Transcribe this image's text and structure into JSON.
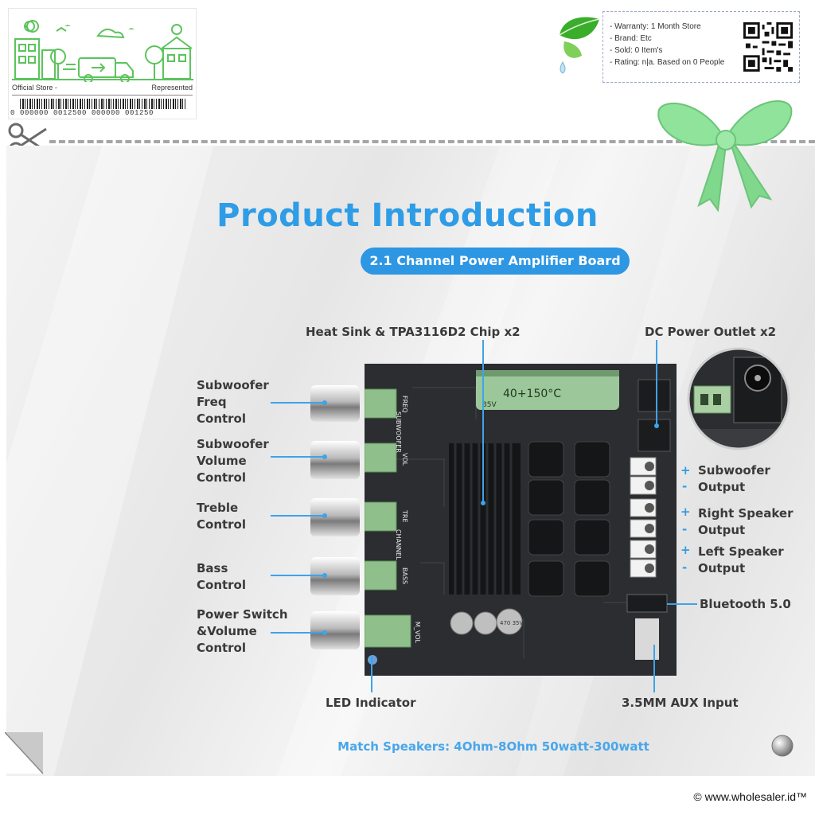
{
  "store_card": {
    "left_label": "Official Store -",
    "right_label": "Represented",
    "barcode_number": "0 000000 0012500 000000 001250"
  },
  "info_box": {
    "items": [
      "- Warranty: 1 Month Store",
      "- Brand: Etc",
      "- Sold: 0 Item's",
      "- Rating: n|a. Based on 0 People"
    ]
  },
  "main": {
    "title": "Product Introduction",
    "subtitle": "2.1 Channel Power Amplifier Board"
  },
  "callouts": {
    "heat_sink": "Heat Sink & TPA3116D2 Chip x2",
    "dc_power": "DC Power Outlet x2",
    "sub_freq": [
      "Subwoofer",
      "Freq",
      "Control"
    ],
    "sub_vol": [
      "Subwoofer",
      "Volume",
      "Control"
    ],
    "treble": [
      "Treble",
      "Control"
    ],
    "bass": [
      "Bass",
      "Control"
    ],
    "power_vol": [
      "Power Switch",
      "&Volume",
      "Control"
    ],
    "led": "LED Indicator",
    "aux": "3.5MM AUX Input",
    "bluetooth": "Bluetooth 5.0",
    "sub_out": [
      "Subwoofer",
      "Output"
    ],
    "right_out": [
      "Right Speaker",
      "Output"
    ],
    "left_out": [
      "Left Speaker",
      "Output"
    ],
    "plus": "+",
    "minus": "-"
  },
  "board_marks": {
    "freq": "FREQ",
    "subwoofer": "SUBWOOFER",
    "vol": "VOL",
    "tre": "TRE",
    "channel": "CHANNEL",
    "bass": "BASS",
    "m_vol": "M_VOL",
    "cap_text": "40+150°C",
    "cap_volt": "35V",
    "cap_small": "470 35V"
  },
  "footer": {
    "note": "Match Speakers: 4Ohm-8Ohm  50watt-300watt",
    "copyright": "© www.wholesaler.id™"
  },
  "colors": {
    "accent": "#2f9ce6",
    "callout_line": "#3ea3ea",
    "store_green": "#5cc45c"
  }
}
